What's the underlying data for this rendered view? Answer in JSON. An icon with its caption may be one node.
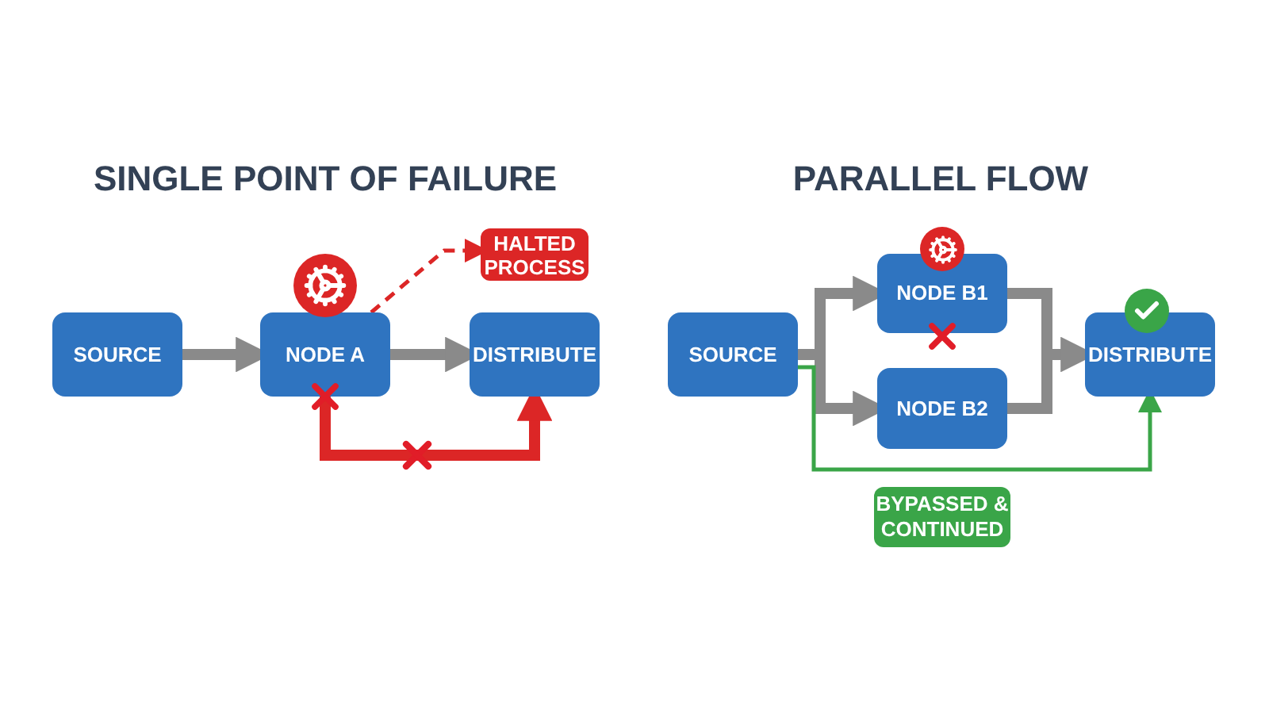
{
  "diagram": {
    "nodes": [
      {
        "text": [
          "SOURCE"
        ]
      },
      {
        "text": [
          "NODE A"
        ]
      },
      {
        "text": [
          "DISTRIBUTE"
        ]
      },
      {
        "text": [
          "HALTED PROCESS"
        ]
      },
      {
        "text": [
          "SOURCE"
        ]
      },
      {
        "text": [
          "NODE B1"
        ]
      },
      {
        "text": [
          "NODE B2"
        ]
      },
      {
        "text": [
          "DISTRIBUTE"
        ]
      }
    ],
    "edges": [
      {
        "from": 0,
        "to": 1,
        "arrow": "to"
      },
      {
        "from": 1,
        "to": 2,
        "arrow": "to"
      },
      {
        "from": 1,
        "to": 3,
        "arrow": "to",
        "style": "dashed",
        "color": "#dc2626"
      },
      {
        "from": 1,
        "to": 2,
        "arrow": "to",
        "color": "#dc2626"
      },
      {
        "from": 4,
        "to": 5,
        "arrow": "to"
      },
      {
        "from": 4,
        "to": 6,
        "arrow": "to"
      },
      {
        "from": 5,
        "to": 7,
        "arrow": "none"
      },
      {
        "from": 6,
        "to": 7,
        "arrow": "to"
      },
      {
        "from": 4,
        "to": 7,
        "arrow": "to",
        "color": "#3aa548",
        "label": "BYPASSED & CONTINUED"
      }
    ],
    "labels": [
      "SINGLE POINT OF FAILURE",
      "PARALLEL FLOW"
    ]
  }
}
